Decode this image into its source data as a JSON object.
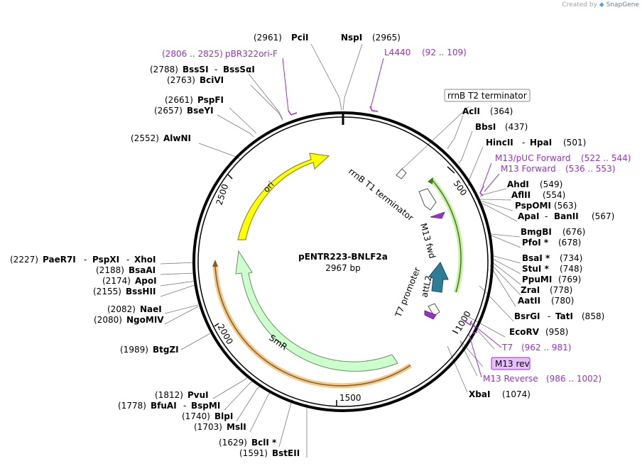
{
  "credit": {
    "prefix": "Created by",
    "brand": "SnapGene"
  },
  "plasmid": {
    "name": "pENTR223-BNLF2a",
    "length": "2967 bp"
  },
  "ticks": [
    "500",
    "1000",
    "1500",
    "2000",
    "2500"
  ],
  "features": {
    "ori": "ori",
    "smr": "SmR",
    "rrnb_t1": "rrnB T1 terminator",
    "rrnb_t2": "rrnB T2 terminator",
    "m13_fwd": "M13 fwd",
    "t7_promoter": "T7 promoter",
    "attl2": "attL2",
    "m13_rev": "M13 rev"
  },
  "primers": {
    "pbr322": {
      "name": "pBR322ori-F",
      "range": "(2806 .. 2825)"
    },
    "l4440": {
      "name": "L4440",
      "range": "(92 .. 109)"
    },
    "m13puc": {
      "name": "M13/pUC Forward",
      "range": "(522 .. 544)"
    },
    "m13forward": {
      "name": "M13 Forward",
      "range": "(536 .. 553)"
    },
    "t7": {
      "name": "T7",
      "range": "(962 .. 981)"
    },
    "m13reverse": {
      "name": "M13 Reverse",
      "range": "(986 .. 1002)"
    }
  },
  "sites": {
    "pcii": {
      "pos": "(2961)",
      "name": "PciI"
    },
    "nspi": {
      "name": "NspI",
      "pos": "(2965)"
    },
    "bsssi": {
      "pos": "(2788)",
      "name": "BssSI",
      "sep": "-",
      "name2": "BssSαI"
    },
    "bcivi": {
      "pos": "(2763)",
      "name": "BciVI"
    },
    "pspfi": {
      "pos": "(2661)",
      "name": "PspFI"
    },
    "bseyi": {
      "pos": "(2657)",
      "name": "BseYI"
    },
    "alwni": {
      "pos": "(2552)",
      "name": "AlwNI"
    },
    "paer7i": {
      "pos": "(2227)",
      "name": "PaeR7I",
      "sep": "-",
      "name2": "PspXI",
      "sep2": "-",
      "name3": "XhoI"
    },
    "bsaai": {
      "pos": "(2188)",
      "name": "BsaAI"
    },
    "apoi": {
      "pos": "(2174)",
      "name": "ApoI"
    },
    "bsshii": {
      "pos": "(2155)",
      "name": "BssHII"
    },
    "naei": {
      "pos": "(2082)",
      "name": "NaeI"
    },
    "ngomiv": {
      "pos": "(2080)",
      "name": "NgoMIV"
    },
    "btgzi": {
      "pos": "(1989)",
      "name": "BtgZI"
    },
    "pvui": {
      "pos": "(1812)",
      "name": "PvuI"
    },
    "bfuai": {
      "pos": "(1778)",
      "name": "BfuAI",
      "sep": "-",
      "name2": "BspMI"
    },
    "blpi": {
      "pos": "(1740)",
      "name": "BlpI"
    },
    "msli": {
      "pos": "(1703)",
      "name": "MslI"
    },
    "bcli": {
      "pos": "(1629)",
      "name": "BclI *"
    },
    "bsteii": {
      "pos": "(1591)",
      "name": "BstEII"
    },
    "acli": {
      "name": "AclI",
      "pos": "(364)"
    },
    "bbsi": {
      "name": "BbsI",
      "pos": "(437)"
    },
    "hincii": {
      "name": "HincII",
      "sep": "-",
      "name2": "HpaI",
      "pos": "(501)"
    },
    "ahdi": {
      "name": "AhdI",
      "pos": "(549)"
    },
    "aflii": {
      "name": "AflII",
      "pos": "(554)"
    },
    "pspomi": {
      "name": "PspOMI",
      "pos": "(563)"
    },
    "apai": {
      "name": "ApaI",
      "sep": "-",
      "name2": "BanII",
      "pos": "(567)"
    },
    "bmgbi": {
      "name": "BmgBI",
      "pos": "(676)"
    },
    "pfoi": {
      "name": "PfoI *",
      "pos": "(678)"
    },
    "bsai": {
      "name": "BsaI *",
      "pos": "(734)"
    },
    "stui": {
      "name": "StuI *",
      "pos": "(748)"
    },
    "ppumi": {
      "name": "PpuMI",
      "pos": "(769)"
    },
    "zrai": {
      "name": "ZraI",
      "pos": "(778)"
    },
    "aatii": {
      "name": "AatII",
      "pos": "(780)"
    },
    "bsrgi": {
      "name": "BsrGI",
      "sep": "-",
      "name2": "TatI",
      "pos": "(858)"
    },
    "ecorv": {
      "name": "EcoRV",
      "pos": "(958)"
    },
    "xbai": {
      "name": "XbaI",
      "pos": "(1074)"
    }
  },
  "colors": {
    "backbone": "#000000",
    "ori": "#ffff00",
    "smr": "#ccffcc",
    "primer": "#9b32c8",
    "attl2": "#2c7d95",
    "m13rev_box": "#e8bfff",
    "leader_line": "#7a7a7a"
  }
}
